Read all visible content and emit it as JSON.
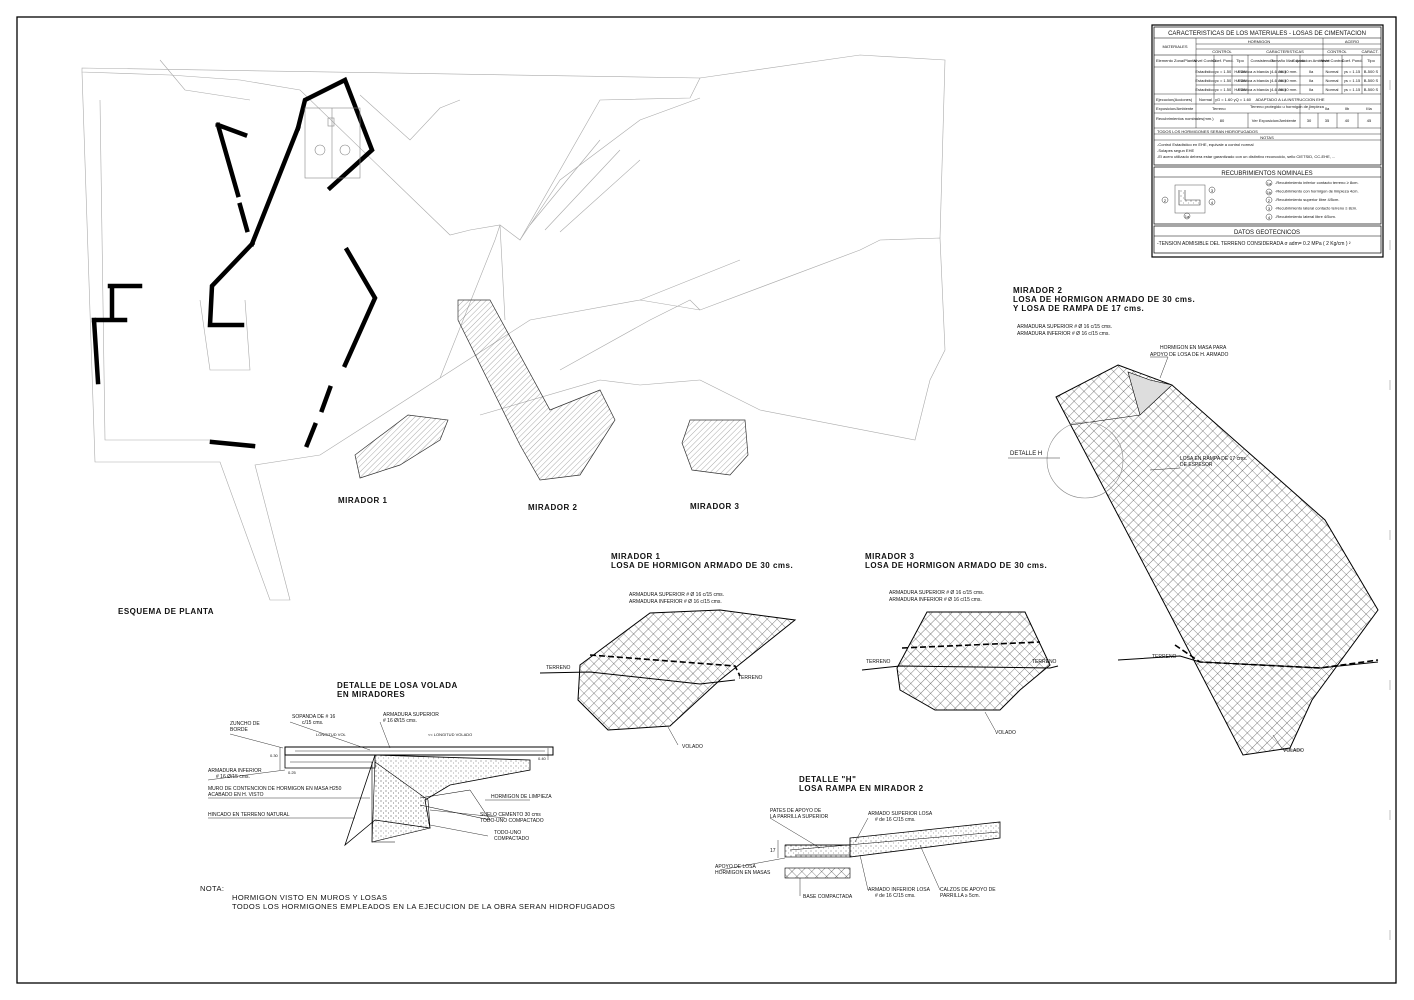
{
  "plan": {
    "title": "ESQUEMA DE PLANTA",
    "mirador1": "MIRADOR 1",
    "mirador2": "MIRADOR 2",
    "mirador3": "MIRADOR 3"
  },
  "table": {
    "title": "CARACTERISTICAS DE LOS MATERIALES  -  LOSAS DE CIMENTACION",
    "materiales": "MATERIALES",
    "hormigon": "HORMIGON",
    "acero": "ACERO",
    "control": "CONTROL",
    "caracteristicas": "CARACTERISTICAS",
    "caract": "CARACT.",
    "elemento": "Elemento Zona/Planta",
    "headers": [
      "Nivel Control",
      "Coef. Pond.",
      "Tipo",
      "Consistencia",
      "Tamaño Max. Arido",
      "Exposicion Ambiente",
      "Nivel Control",
      "Coef. Pond.",
      "Tipo"
    ],
    "rows": [
      [
        "Estadistico",
        "γc = 1.50",
        "HA-25",
        "Plastica a blanda (4-6 cm.)",
        "30/40 mm.",
        "IIa",
        "Normal",
        "γs = 1.15",
        "B-500 S"
      ],
      [
        "Estadistico",
        "γc = 1.50",
        "HA-25",
        "Plastica a blanda (4-6 cm.)",
        "30/40 mm.",
        "IIa",
        "Normal",
        "γs = 1.15",
        "B-500 S"
      ],
      [
        "Estadistico",
        "γc = 1.50",
        "HA-25",
        "Plastica a blanda (4-6 cm.)",
        "30/40 mm.",
        "IIa",
        "Normal",
        "γs = 1.15",
        "B-500 S"
      ]
    ],
    "ejecucion": "Ejecucion(Acciones)",
    "normal": "Normal",
    "gammas": "γG = 1.60 γQ = 1.60",
    "adaptado": "ADAPTADO A LA INSTRUCCION EHE",
    "exposicion_label": "Exposicion/Ambiente",
    "terreno": "Terreno",
    "terreno_protegido": "Terreno protegido u hormigon de limpieza",
    "exp_cols": [
      "I",
      "IIa",
      "IIb",
      "IIIa"
    ],
    "recubrimientos_label": "Recubrimientos nominales(mm.)",
    "rec_values": [
      "80",
      "Ver Exposicion/Ambiente",
      "30",
      "35",
      "40",
      "45"
    ],
    "todos": "TODOS LOS HORMIGONES SERAN HIDROFUGADOS",
    "notas": "NOTAS",
    "notes": [
      "-Control Estadistico en EHE, equivale a control normal",
      "-Solapes segun EHE",
      "-El acero utilizado debera estar garantizado con un distintivo reconocido, sello CIETSID, CC-EHE, ..."
    ],
    "rec_title": "RECUBRIMIENTOS  NOMINALES",
    "rec_items": [
      "-Recubrimiento inferior contacto terreno ≥ 8cm.",
      "-Recubrimiento con hormigon de limpieza 4cm.",
      "-Recubrimiento superior libre 4/5cm.",
      "-Recubrimiento lateral contacto terreno ≥ 8cm.",
      "-Recubrimiento lateral libre 4/5cm."
    ],
    "rec_marks": [
      "1a",
      "1b",
      "2",
      "3",
      "4"
    ],
    "geo_title": "DATOS  GEOTECNICOS",
    "geo_text": "-TENSION ADMISIBLE DEL TERRENO CONSIDERADA  σ adm= 0.2 MPa  ( 2 Kg/cm ) ²"
  },
  "m2": {
    "title1": "MIRADOR 2",
    "title2": "LOSA DE HORMIGON ARMADO DE 30 cms.",
    "title3": "Y LOSA DE RAMPA DE 17 cms.",
    "arm1": "ARMADURA SUPERIOR  # Ø 16 c/15 cms.",
    "arm2": "ARMADURA INFERIOR  # Ø 16 c/15 cms.",
    "hm1": "HORMIGON EN MASA  PARA",
    "hm2": "APOYO DE LOSA DE H. ARMADO",
    "detalle": "DETALLE H",
    "rampa1": "LOSA EN RAMPA DE 17 cms.",
    "rampa2": "DE ESPESOR",
    "terreno": "TERRENO",
    "volado": "VOLADO"
  },
  "m1": {
    "title1": "MIRADOR 1",
    "title2": "LOSA DE HORMIGON ARMADO DE 30 cms.",
    "arm1": "ARMADURA SUPERIOR  # Ø 16 c/15 cms.",
    "arm2": "ARMADURA INFERIOR  # Ø 16 c/15 cms.",
    "terreno_l": "TERRENO",
    "terreno_r": "TERRENO",
    "volado": "VOLADO"
  },
  "m3": {
    "title1": "MIRADOR 3",
    "title2": "LOSA DE HORMIGON ARMADO DE 30 cms.",
    "arm1": "ARMADURA SUPERIOR  # Ø 16 c/15 cms.",
    "arm2": "ARMADURA INFERIOR  # Ø 16 c/15 cms.",
    "terreno_l": "TERRENO",
    "terreno_r": "TERRENO",
    "volado": "VOLADO"
  },
  "det_losa": {
    "title1": "DETALLE DE LOSA VOLADA",
    "title2": "EN MIRADORES",
    "zuncho1": "ZUNCHO DE",
    "zuncho2": "BORDE",
    "sopanda1": "SOPANDA DE # 16",
    "sopanda2": "c/15 cms.",
    "armsup1": "ARMADURA  SUPERIOR",
    "armsup2": "# 16 Ø/15 cms.",
    "long_vol": "LONGITUD VOL",
    "long_volado": "<< LONGITUD VOLADO",
    "dim1": "0.30",
    "dim2": "0.25",
    "dim3": "0.40",
    "arminf1": "ARMADURA  INFERIOR",
    "arminf2": "# 16 Ø/15 cms.",
    "muro1": "MURO DE CONTENCION DE HORMIGON EN MASA H250",
    "muro2": "ACABADO EN H. VISTO",
    "hinc": "HINCADO EN TERRENO NATURAL",
    "limpieza": "HORMIGON DE LIMPIEZA",
    "suelo1": "SUELO CEMENTO 30 cms",
    "suelo2": "TODO-UNO COMPACTADO",
    "todo1": "TODO-UNO",
    "todo2": "COMPACTADO"
  },
  "det_h": {
    "title1": "DETALLE \"H\"",
    "title2": "LOSA RAMPA EN MIRADOR 2",
    "pates1": "PATES DE APOYO DE",
    "pates2": "LA PARRILLA SUPERIOR",
    "armsup1": "ARMADO SUPERIOR LOSA",
    "armsup2": "# de 16 C/15 cms.",
    "dim": "17",
    "apoyo1": "APOYO DE LOSA",
    "apoyo2": "HORMIGON EN MASAS",
    "base": "BASE COMPACTADA",
    "arminf1": "ARMADO INFERIOR LOSA",
    "arminf2": "# de 16 C/15 cms.",
    "calzos1": "CALZOS DE APOYO DE",
    "calzos2": "PARRILLA ≥ 5cm."
  },
  "nota": {
    "label": "NOTA:",
    "line1": "HORMIGON VISTO EN MUROS Y LOSAS",
    "line2": "TODOS LOS HORMIGONES EMPLEADOS EN LA EJECUCION DE LA OBRA SERAN HIDROFUGADOS"
  }
}
